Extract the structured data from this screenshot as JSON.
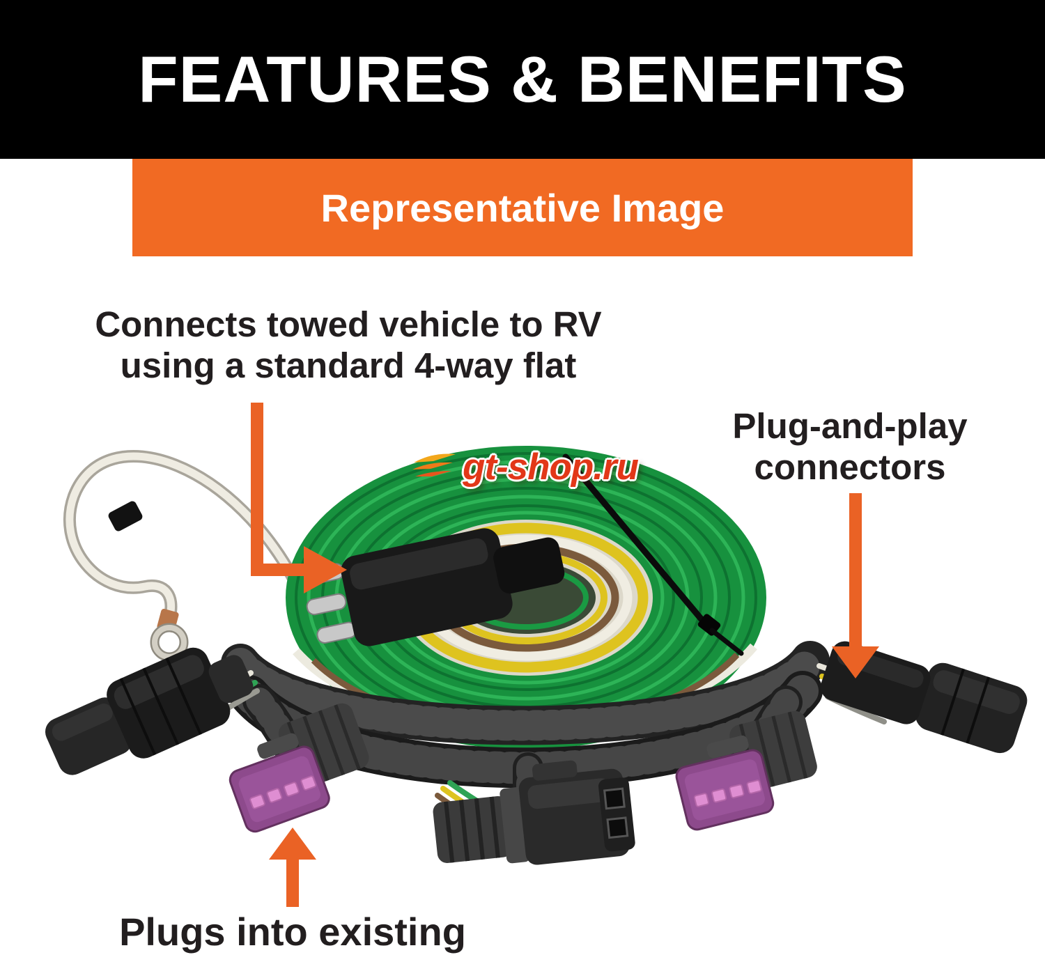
{
  "header": {
    "title": "FEATURES & BENEFITS"
  },
  "banner": {
    "label": "Representative Image"
  },
  "annotations": {
    "connects_line1": "Connects towed vehicle to RV",
    "connects_line2": "using a standard 4-way flat",
    "plug_line1": "Plug-and-play",
    "plug_line2": "connectors",
    "bottom_line": "Plugs into existing"
  },
  "watermark": {
    "text": "gt-shop.ru"
  },
  "colors": {
    "banner-black": "#000000",
    "banner-orange": "#f16a23",
    "arrow-orange": "#ea6225",
    "text-dark": "#221e1f",
    "wire-green": "#1a9a43",
    "wire-yellow": "#ddc31e",
    "wire-white": "#eceadf",
    "wire-brown": "#7b5a3c",
    "tubing-black": "#232323",
    "connector-purple": "#8e4a8c"
  }
}
